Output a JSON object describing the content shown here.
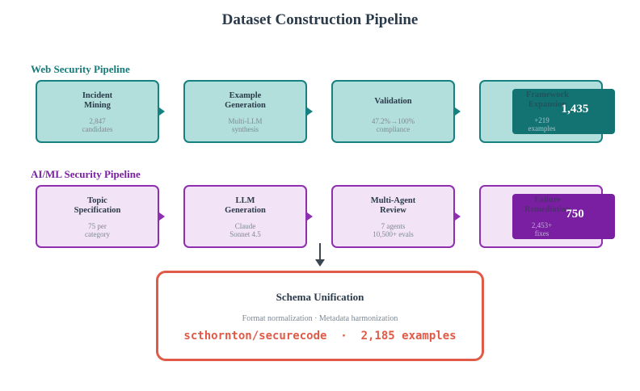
{
  "title": "Dataset Construction Pipeline",
  "web": {
    "label": "Web Security Pipeline",
    "steps": [
      {
        "name": "Incident\nMining",
        "detail": "2,847\ncandidates"
      },
      {
        "name": "Example\nGeneration",
        "detail": "Multi-LLM\nsynthesis"
      },
      {
        "name": "Validation",
        "detail": "47.2%→100%\ncompliance"
      },
      {
        "name": "Framework\nExpansion",
        "detail": "+219\nexamples"
      }
    ],
    "count": "1,435"
  },
  "ai": {
    "label": "AI/ML Security Pipeline",
    "steps": [
      {
        "name": "Topic\nSpecification",
        "detail": "75 per\ncategory"
      },
      {
        "name": "LLM\nGeneration",
        "detail": "Claude\nSonnet 4.5"
      },
      {
        "name": "Multi-Agent\nReview",
        "detail": "7 agents\n10,500+ evals"
      },
      {
        "name": "Failure\nRemediation",
        "detail": "2,453+\nfixes"
      }
    ],
    "count": "750"
  },
  "unification": {
    "title": "Schema Unification",
    "subtitle": "Format normalization · Metadata harmonization",
    "repo": "scthornton/securecode  ·  2,185 examples"
  },
  "colors": {
    "teal": "#178080",
    "purple": "#8e2fb0",
    "coral": "#e05a47",
    "text": "#2b3a4a"
  }
}
